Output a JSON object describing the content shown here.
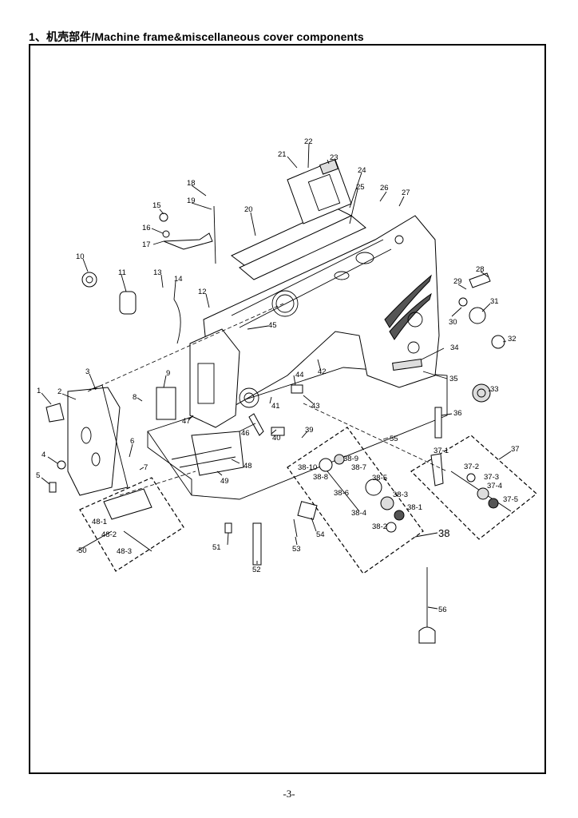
{
  "header": {
    "title": "1、机壳部件/Machine frame&miscellaneous cover components"
  },
  "footer": {
    "page_number": "-3-"
  },
  "callouts": {
    "p1": "1",
    "p2": "2",
    "p3": "3",
    "p4": "4",
    "p5": "5",
    "p6": "6",
    "p7": "7",
    "p8": "8",
    "p9": "9",
    "p10": "10",
    "p11": "11",
    "p12": "12",
    "p13": "13",
    "p14": "14",
    "p15": "15",
    "p16": "16",
    "p17": "17",
    "p18": "18",
    "p19": "19",
    "p20": "20",
    "p21": "21",
    "p22": "22",
    "p23": "23",
    "p24": "24",
    "p25": "25",
    "p26": "26",
    "p27": "27",
    "p28": "28",
    "p29": "29",
    "p30": "30",
    "p31": "31",
    "p32": "32",
    "p33": "33",
    "p34": "34",
    "p35": "35",
    "p36": "36",
    "p37": "37",
    "p37_1": "37-1",
    "p37_2": "37-2",
    "p37_3": "37-3",
    "p37_4": "37-4",
    "p37_5": "37-5",
    "p38": "38",
    "p38_1": "38-1",
    "p38_2": "38-2",
    "p38_3": "38-3",
    "p38_4": "38-4",
    "p38_5": "38-5",
    "p38_6": "38-6",
    "p38_7": "38-7",
    "p38_8": "38-8",
    "p38_9": "38-9",
    "p38_10": "38-10",
    "p39": "39",
    "p40": "40",
    "p41": "41",
    "p42": "42",
    "p43": "43",
    "p44": "44",
    "p45": "45",
    "p46": "46",
    "p47": "47",
    "p48": "48",
    "p48_1": "48-1",
    "p48_2": "48-2",
    "p48_3": "48-3",
    "p49": "49",
    "p50": "50",
    "p51": "51",
    "p52": "52",
    "p53": "53",
    "p54": "54",
    "p55": "55",
    "p56": "56"
  }
}
